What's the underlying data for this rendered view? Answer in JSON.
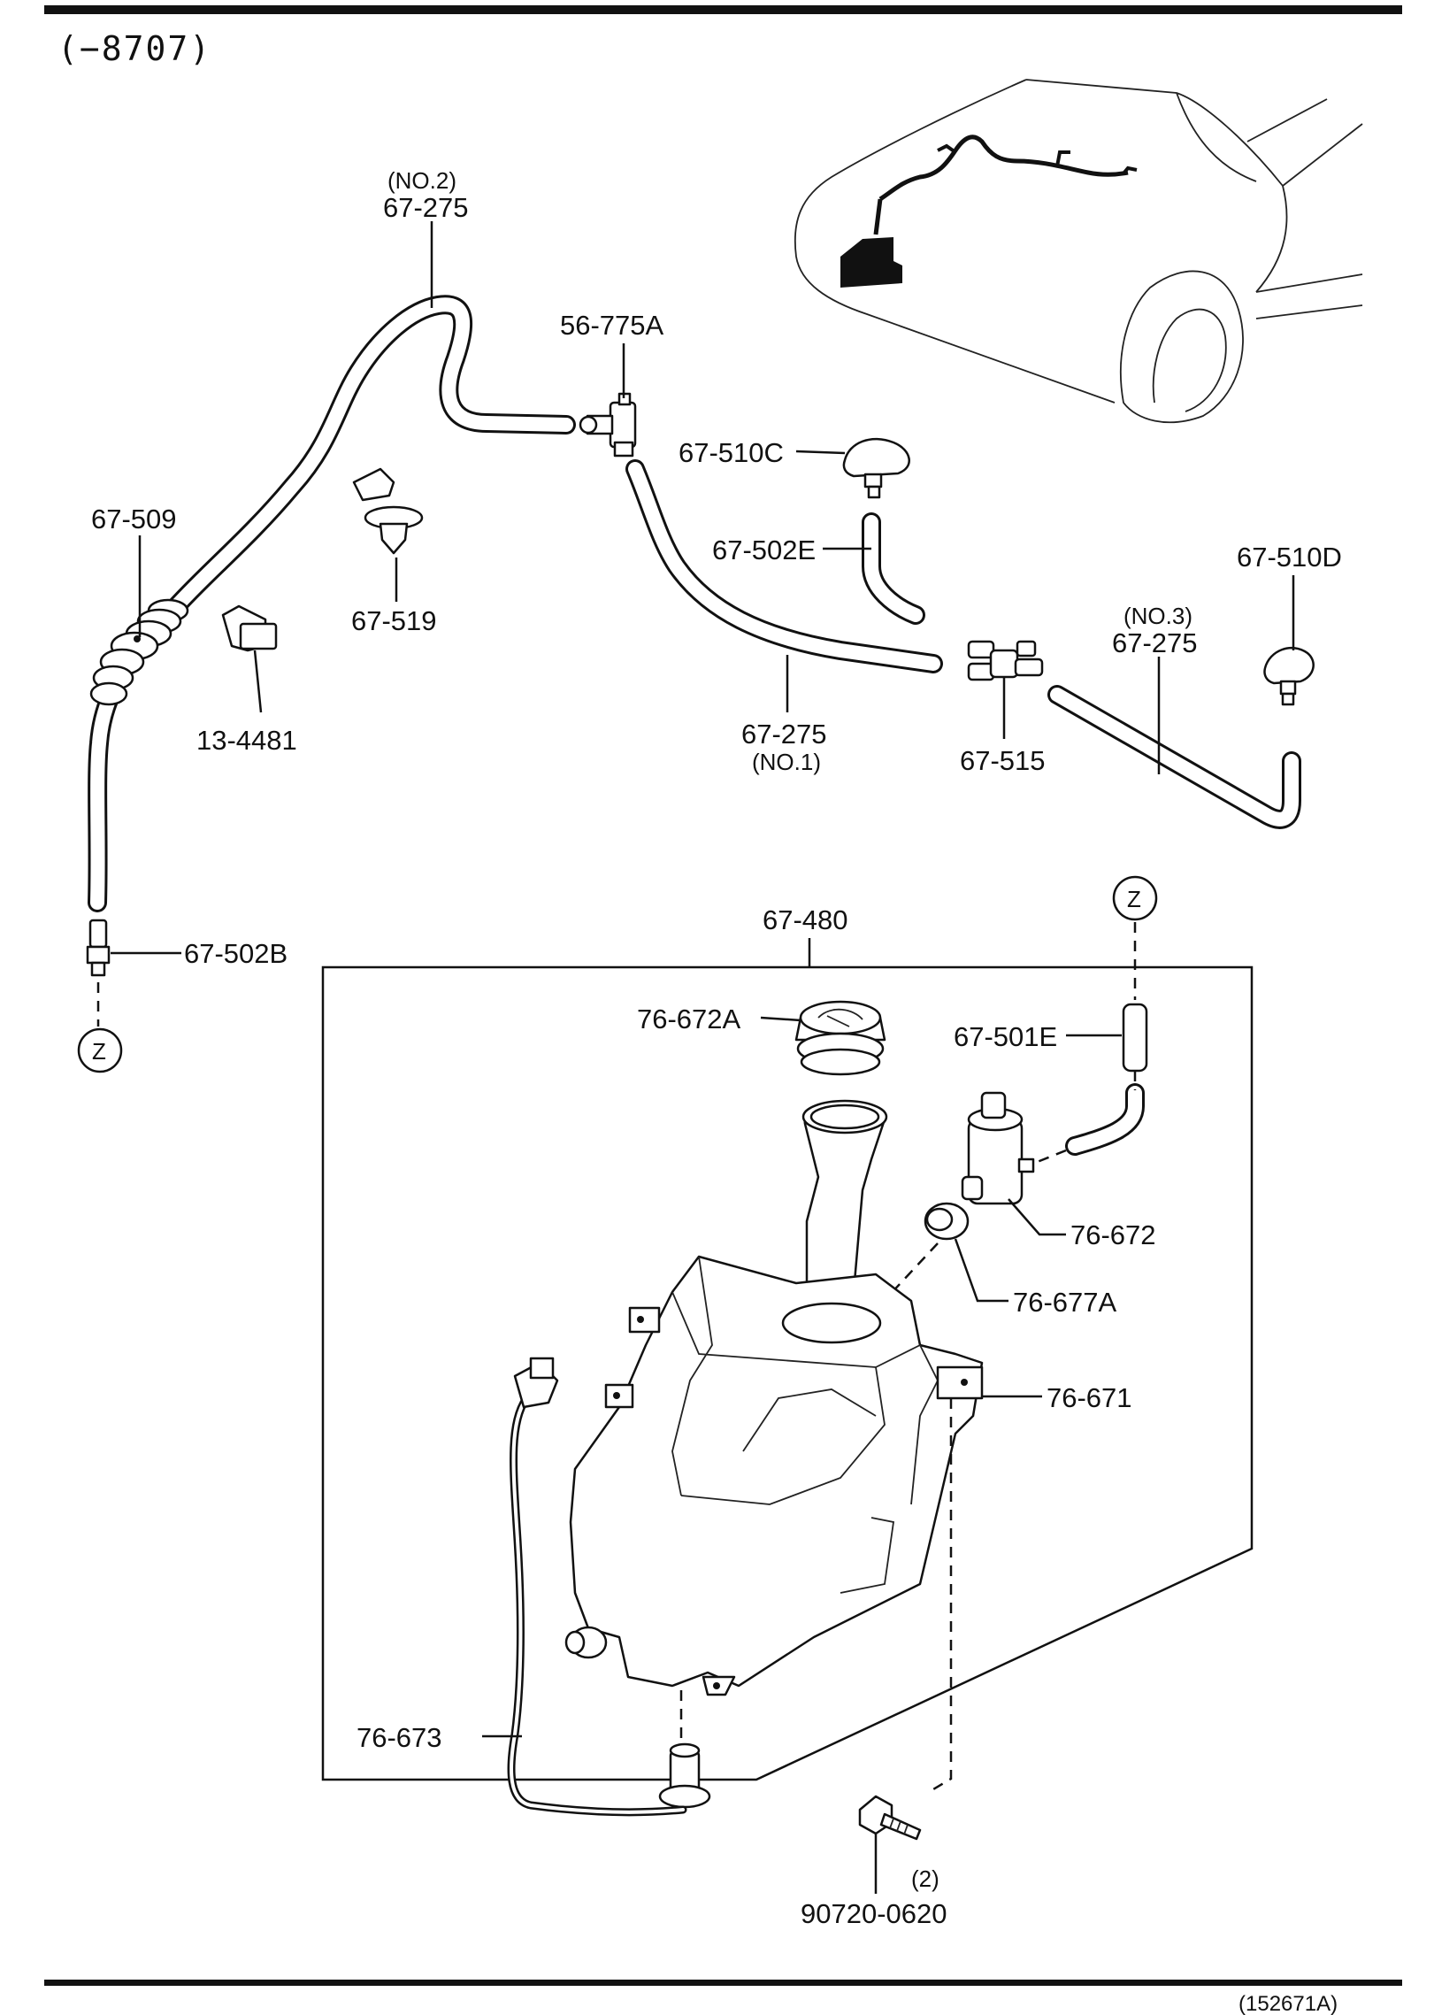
{
  "header": {
    "code": "(−8707)"
  },
  "footer": {
    "code": "(152671A)"
  },
  "labels": {
    "hose_no2_note": "(NO.2)",
    "hose_no2_part": "67-275",
    "joint_top": "56-775A",
    "nozzle_c": "67-510C",
    "hose_e": "67-502E",
    "nozzle_d": "67-510D",
    "hose_no3_note": "(NO.3)",
    "hose_no3_part": "67-275",
    "clip_509": "67-509",
    "clip_519": "67-519",
    "clip_13": "13-4481",
    "hose_no1_part": "67-275",
    "hose_no1_note": "(NO.1)",
    "joint_515": "67-515",
    "connector_b": "67-502B",
    "marker_z1": "Z",
    "marker_z2": "Z",
    "tank_assy": "67-480",
    "cap": "76-672A",
    "hose_501e": "67-501E",
    "pump": "76-672",
    "grommet": "76-677A",
    "tank": "76-671",
    "wire": "76-673",
    "bolt_qty": "(2)",
    "bolt": "90720-0620"
  }
}
